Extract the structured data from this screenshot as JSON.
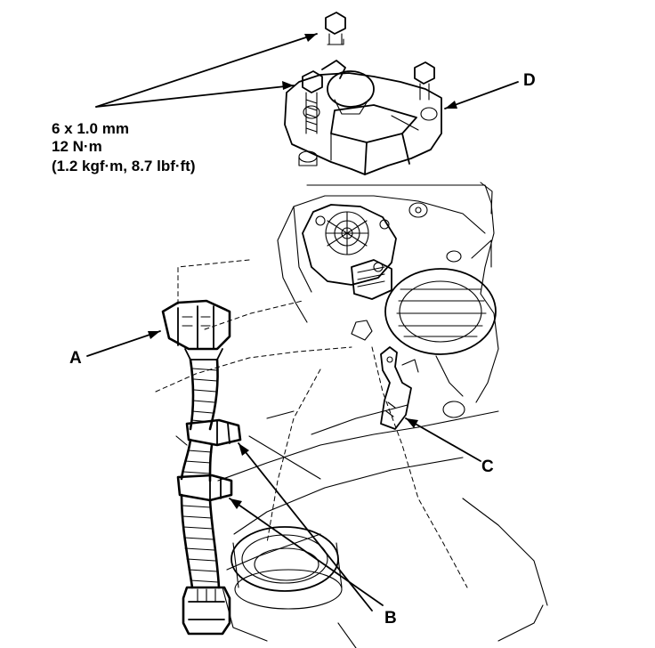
{
  "callouts": {
    "a": "A",
    "b": "B",
    "c": "C",
    "d": "D"
  },
  "bolt_spec": {
    "size": "6 x 1.0 mm",
    "torque": "12 N·m",
    "torque_alt": "(1.2 kgf·m, 8.7 lbf·ft)"
  }
}
